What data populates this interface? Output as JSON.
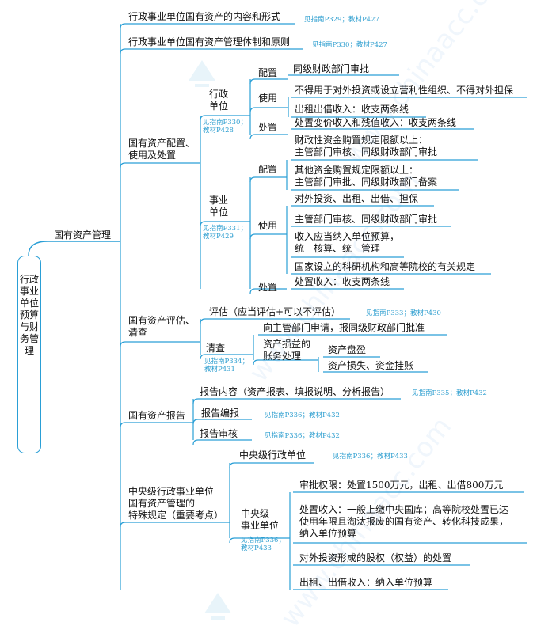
{
  "root": {
    "label": "行政事业单位预算与财务管理"
  },
  "l1": {
    "label": "国有资产管理"
  },
  "headers": [
    {
      "label": "行政事业单位国有资产的内容和形式",
      "ref": "见指南P329；教材P427"
    },
    {
      "label": "行政事业单位国有资产管理体制和原则",
      "ref": "见指南P330；教材P427"
    }
  ],
  "config": {
    "label": "国有资产配置、\n使用及处置",
    "admin": {
      "label": "行政\n单位",
      "ref": "见指南P330；\n教材P428",
      "peizhi": {
        "label": "配置",
        "items": [
          "同级财政部门审批"
        ]
      },
      "shiyong": {
        "label": "使用",
        "items": [
          "不得用于对外投资或设立营利性组织、不得对外担保",
          "出租出借收入：收支两条线"
        ]
      },
      "chuzhi": {
        "label": "处置",
        "items": [
          "处置变价收入和残值收入：收支两条线"
        ]
      }
    },
    "shiye": {
      "label": "事业\n单位",
      "ref": "见指南P331；\n教材P429",
      "peizhi": {
        "label": "配置",
        "items": [
          "财政性资金购置规定限额以上：\n主管部门审核、同级财政部门审批",
          "其他资金购置规定限额以上：\n主管部门审批、同级财政部门备案"
        ]
      },
      "shiyong": {
        "label": "使用",
        "items": [
          "对外投资、出租、出借、担保",
          "主管部门审核、同级财政部门审批",
          "收入应当纳入单位预算，\n统一核算、统一管理",
          "国家设立的科研机构和高等院校的有关规定"
        ]
      },
      "chuzhi": {
        "label": "处置",
        "items": [
          "处置收入：收支两条线"
        ]
      }
    }
  },
  "eval": {
    "label": "国有资产评估、\n清查",
    "pinggu": {
      "label": "评估（应当评估+可以不评估）",
      "ref": "见指南P333；教材P430"
    },
    "qingcha": {
      "label": "清查",
      "ref": "见指南P334；\n教材P431",
      "items": [
        "向主管部门申请，报同级财政部门批准"
      ],
      "sunyi": {
        "label": "资产损益的\n账务处理",
        "items": [
          "资产盘盈",
          "资产损失、资金挂账"
        ]
      }
    }
  },
  "report": {
    "label": "国有资产报告",
    "items": [
      {
        "label": "报告内容（资产报表、填报说明、分析报告）",
        "ref": "见指南P335；教材P432"
      },
      {
        "label": "报告编报",
        "ref": "见指南P336；教材P432"
      },
      {
        "label": "报告审核",
        "ref": "见指南P336；教材P432"
      }
    ]
  },
  "central": {
    "label": "中央级行政事业单位\n国有资产管理的\n特殊规定（重要考点）",
    "admin": {
      "label": "中央级行政单位",
      "ref": "见指南P336；教材P433"
    },
    "shiye": {
      "label": "中央级\n事业单位",
      "ref": "见指南P336；\n教材P433",
      "items": [
        "审批权限：处置1500万元，出租、出借800万元",
        "处置收入：一般上缴中央国库；高等院校处置已达\n使用年限且淘汰报废的国有资产、转化科技成果，\n纳入单位预算",
        "对外投资形成的股权（权益）的处置",
        "出租、出借收入：纳入单位预算"
      ]
    }
  },
  "colors": {
    "line": "#2a9fd6",
    "ref": "#2f9fd0",
    "text": "#111111"
  }
}
